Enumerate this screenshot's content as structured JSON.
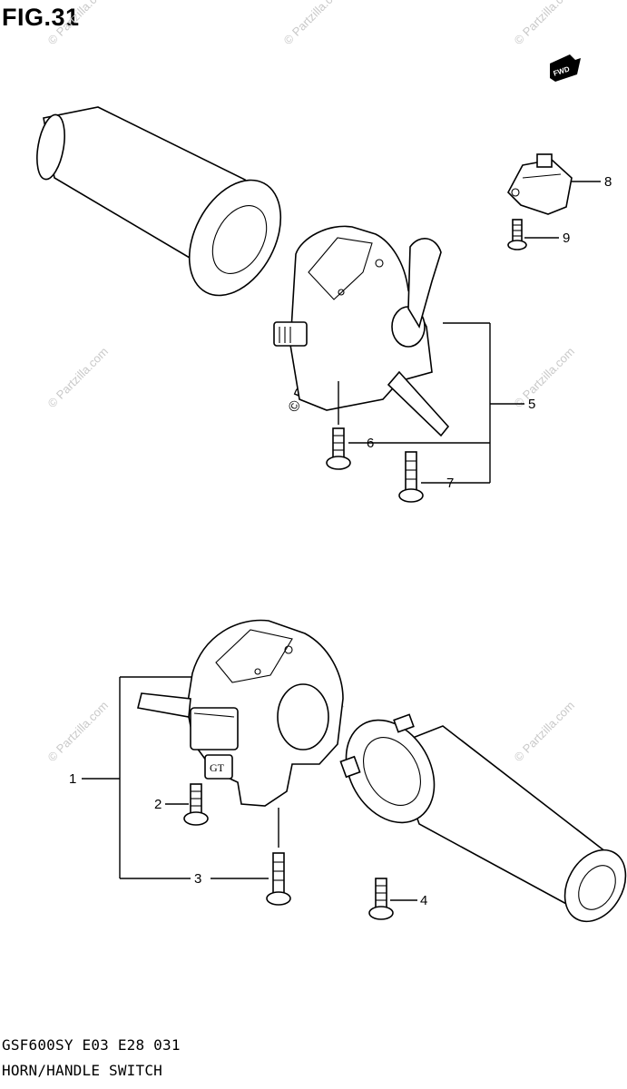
{
  "figure": {
    "title": "FIG.31",
    "model_code": "GSF600SY E03 E28 031",
    "section_name": "HORN/HANDLE SWITCH"
  },
  "fwd_marker": {
    "label": "FWD"
  },
  "watermark": {
    "text": "© Partzilla.com",
    "color": "#c9c9c9"
  },
  "callouts": [
    "1",
    "2",
    "3",
    "4",
    "5",
    "6",
    "7",
    "8",
    "9"
  ],
  "icons": {
    "fwd_marker": "arrow-box-icon",
    "grip_left": "handle-grip-icon",
    "grip_right": "handle-grip-icon",
    "switch_left": "handlebar-switch-icon",
    "switch_right": "handlebar-switch-icon",
    "horn_relay": "connector-icon",
    "screws": "screw-icon"
  }
}
